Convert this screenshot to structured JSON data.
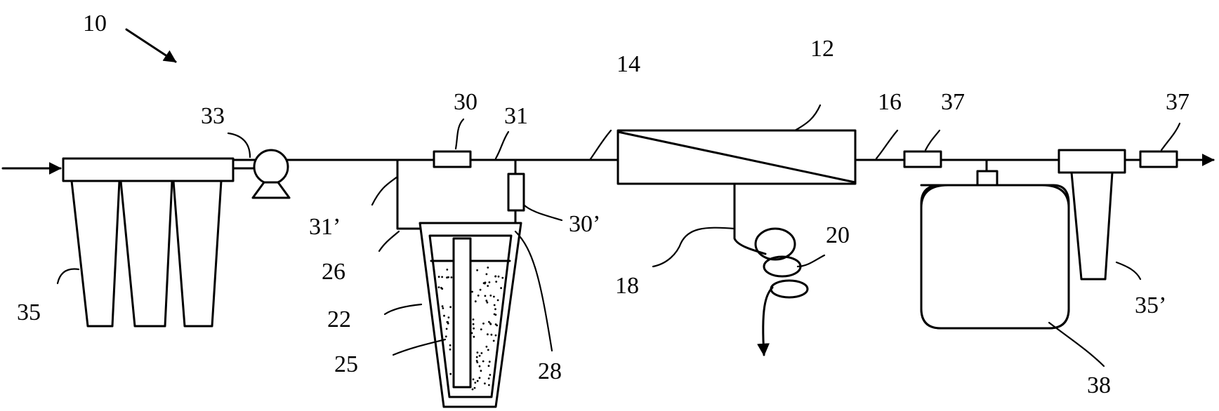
{
  "labels": {
    "system": "10",
    "module_12": "12",
    "line_14": "14",
    "line_16": "16",
    "line_18": "18",
    "coil_20": "20",
    "vessel_22": "22",
    "media_25": "25",
    "port_26": "26",
    "port_28": "28",
    "valve_30": "30",
    "valve_30p": "30’",
    "junction_31": "31",
    "manifold_31p": "31’",
    "pump_33": "33",
    "prefilters_35": "35",
    "postfilter_35p": "35’",
    "check_37a": "37",
    "check_37b": "37",
    "tank_38": "38"
  }
}
